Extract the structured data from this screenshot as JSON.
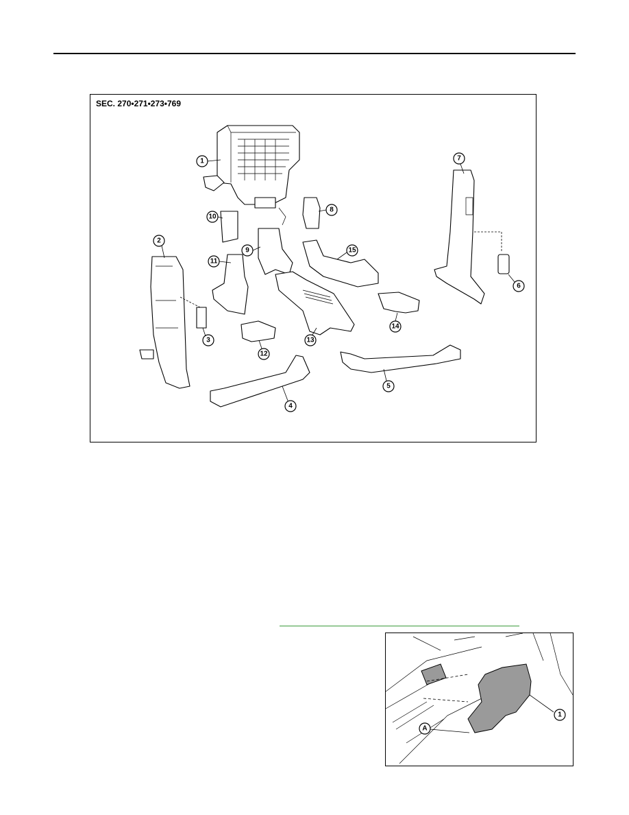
{
  "figure_main": {
    "section_label": "SEC. 270•271•273•769",
    "callouts": [
      "1",
      "2",
      "3",
      "4",
      "5",
      "6",
      "7",
      "8",
      "9",
      "10",
      "11",
      "12",
      "13",
      "14",
      "15"
    ]
  },
  "figure_photo": {
    "callouts": [
      "1",
      "A"
    ]
  },
  "colors": {
    "link_underline": "#3a9a3a",
    "shade": "#9a9a9a"
  }
}
